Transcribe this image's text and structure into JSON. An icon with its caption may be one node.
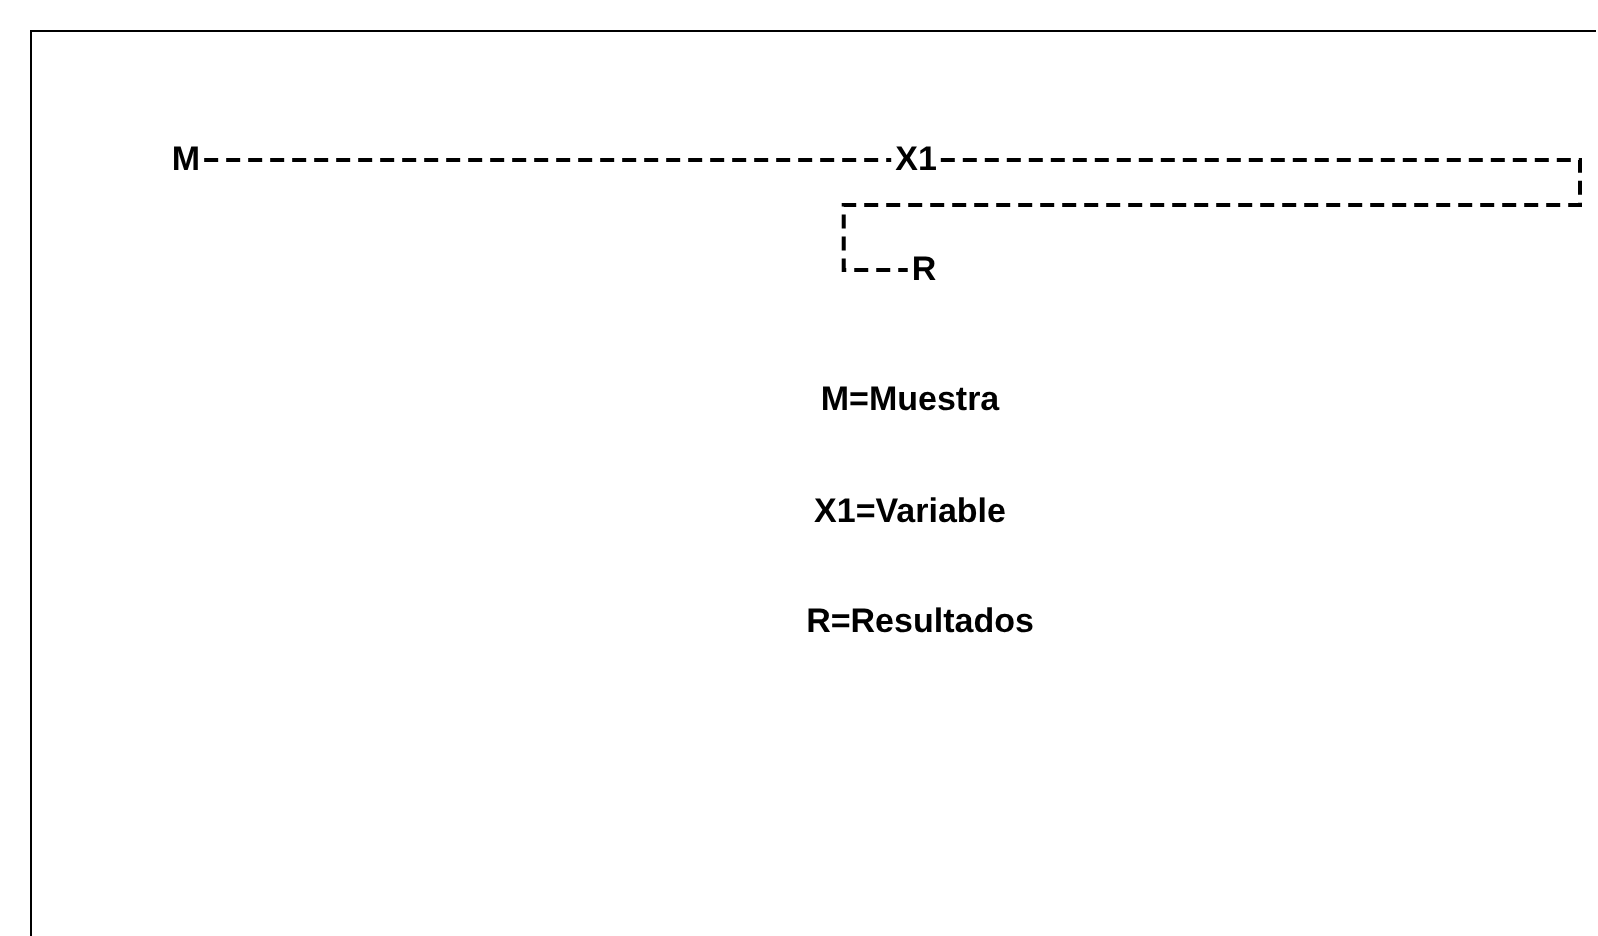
{
  "diagram": {
    "nodes": [
      {
        "text": [
          "M"
        ]
      },
      {
        "text": [
          "X1"
        ]
      },
      {
        "text": [
          "R"
        ]
      }
    ],
    "edges": [
      {
        "from": 0,
        "to": 1,
        "arrow": "none",
        "style": "dashed"
      },
      {
        "from": 1,
        "to": 2,
        "arrow": "none",
        "style": "dashed"
      }
    ],
    "labels": [
      "M=Muestra",
      "X1=Variable",
      "R=Resultados"
    ]
  }
}
